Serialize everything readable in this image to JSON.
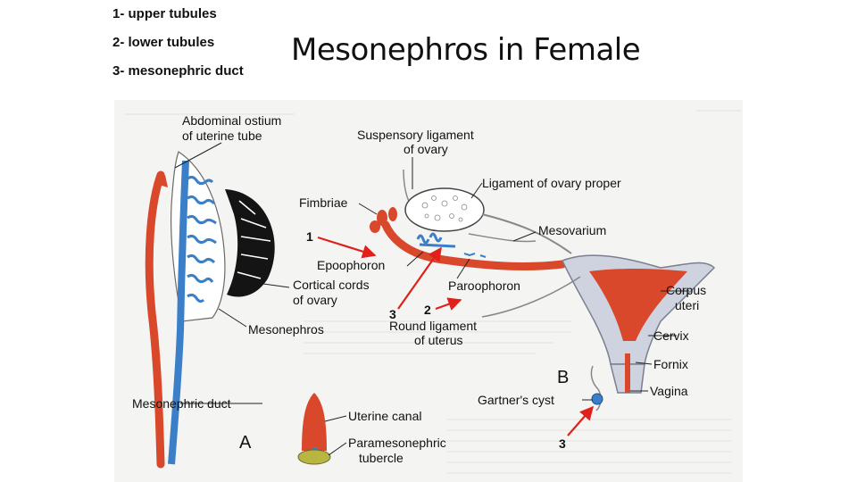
{
  "legend": [
    "1- upper tubules",
    "2- lower tubules",
    "3- mesonephric duct"
  ],
  "title": "Mesonephros in Female",
  "figure": {
    "panel_a": {
      "letter": "A",
      "abdominal_ostium": [
        "Abdominal ostium",
        "of uterine tube"
      ],
      "cortical_cords": [
        "Cortical cords",
        "of ovary"
      ],
      "mesonephros": "Mesonephros",
      "mesonephric_duct": "Mesonephric duct",
      "uterine_canal": "Uterine canal",
      "paramesonephric_tubercle": [
        "Paramesonephric",
        "tubercle"
      ]
    },
    "panel_b": {
      "letter": "B",
      "suspensory_ligament": [
        "Suspensory ligament",
        "of ovary"
      ],
      "ligament_of_ovary_proper": "Ligament of ovary proper",
      "fimbriae": "Fimbriae",
      "mesovarium": "Mesovarium",
      "epoophoron": "Epoophoron",
      "paroophoron": "Paroophoron",
      "round_ligament": [
        "Round ligament",
        "of uterus"
      ],
      "corpus_uteri": [
        "Corpus",
        "uteri"
      ],
      "cervix": "Cervix",
      "fornix": "Fornix",
      "vagina": "Vagina",
      "gartners_cyst": "Gartner's cyst"
    },
    "markers": {
      "upper_tubules": "1",
      "lower_tubules": "2",
      "duct_left": "3",
      "duct_right": "3"
    }
  },
  "colors": {
    "duct_blue": "#3a7fc8",
    "paramesonephric_red": "#d9482a",
    "arrow_red": "#e0201a",
    "ovary_black": "#141414",
    "tubercle_olive": "#b8b540",
    "uterus_gray": "#cfd3df"
  }
}
